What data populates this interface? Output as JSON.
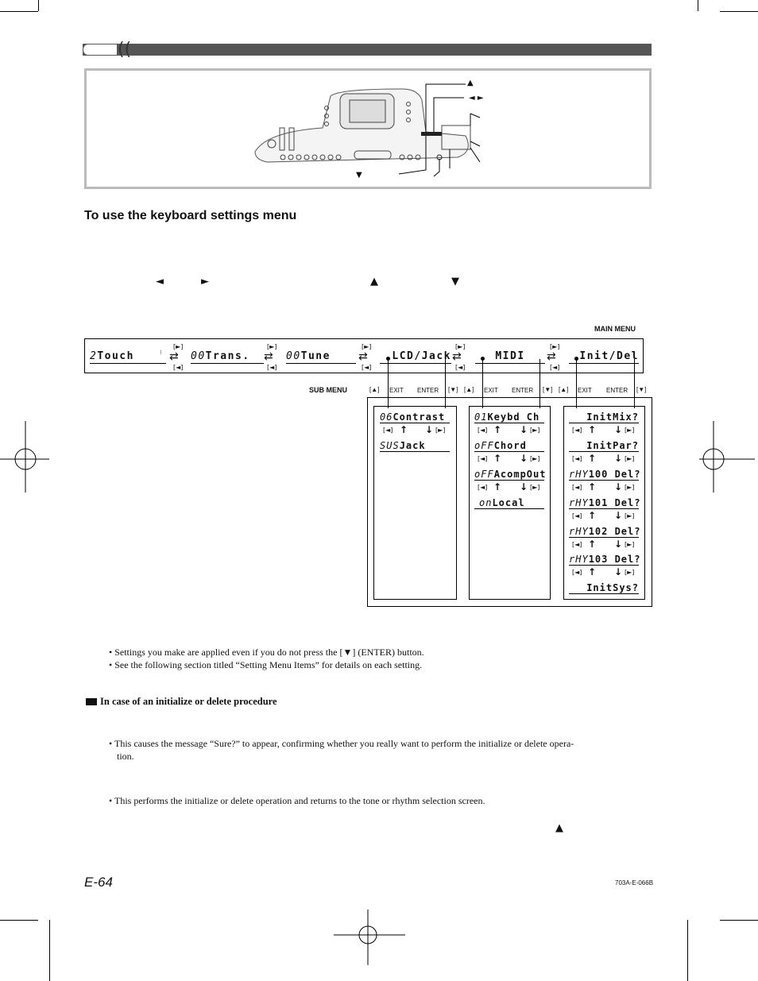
{
  "heading": "To use the keyboard settings menu",
  "arrows": {
    "left": "◄",
    "right": "►",
    "up": "▲",
    "down": "▼"
  },
  "illustration": {
    "up_label": "▲",
    "leftright_label": "◄ ►",
    "down_label": "▼"
  },
  "main_menu": {
    "label": "MAIN MENU",
    "items": [
      {
        "prefix": "2",
        "text": "Touch"
      },
      {
        "prefix": "00",
        "text": "Trans."
      },
      {
        "prefix": "00",
        "text": "Tune"
      },
      {
        "prefix": "",
        "text": "LCD/Jack"
      },
      {
        "prefix": "",
        "text": "MIDI"
      },
      {
        "prefix": "",
        "text": "Init/Del"
      }
    ],
    "fwd_label": "[►]",
    "back_label": "[◄]"
  },
  "sub_menu": {
    "label": "SUB MENU",
    "header_up": "[▲]",
    "header_exit": "EXIT",
    "header_enter": "ENTER",
    "header_down": "[▼]",
    "columns": [
      {
        "items": [
          {
            "prefix": "06",
            "text": "Contrast"
          },
          {
            "prefix": "SUS",
            "text": "Jack"
          }
        ]
      },
      {
        "items": [
          {
            "prefix": "01",
            "text": "Keybd Ch"
          },
          {
            "prefix": "oFF",
            "text": "Chord"
          },
          {
            "prefix": "oFF",
            "text": "AcompOut"
          },
          {
            "prefix": "on",
            "text": "Local"
          }
        ]
      },
      {
        "items": [
          {
            "prefix": "",
            "text": "InitMix?"
          },
          {
            "prefix": "",
            "text": "InitPar?"
          },
          {
            "prefix": "rHY",
            "text": "100 Del?"
          },
          {
            "prefix": "rHY",
            "text": "101 Del?"
          },
          {
            "prefix": "rHY",
            "text": "102 Del?"
          },
          {
            "prefix": "rHY",
            "text": "103 Del?"
          },
          {
            "prefix": "",
            "text": "InitSys?"
          }
        ]
      }
    ],
    "nav_left": "[◄]",
    "nav_right": "[►]",
    "nav_up": "↑",
    "nav_down": "↓"
  },
  "notes": [
    "• Settings you make are applied even if you do not press the [▼] (ENTER) button.",
    "• See the following section titled “Setting Menu Items” for details on each setting."
  ],
  "section": {
    "title": "In case of an initialize or delete procedure",
    "bullet1_line1": "• This causes the message “Sure?” to appear, confirming whether you really want to perform the initialize or delete opera-",
    "bullet1_line2": "tion.",
    "bullet2": "• This performs the initialize or delete operation and returns to the tone or rhythm selection screen.",
    "trailing_arrow": "▲"
  },
  "footer": {
    "page": "E-64",
    "code": "703A-E-066B"
  }
}
